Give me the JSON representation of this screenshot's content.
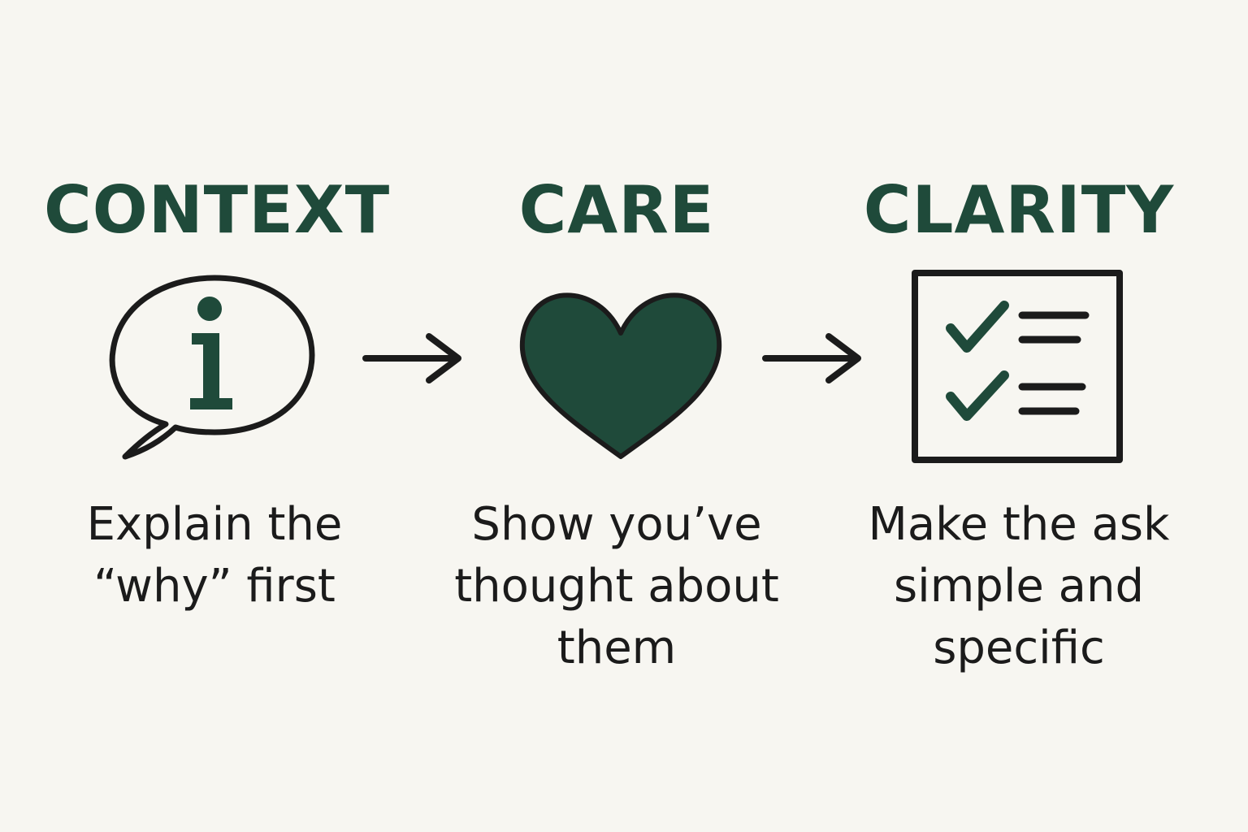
{
  "colors": {
    "background": "#f7f6f1",
    "accent": "#1f4a3a",
    "ink": "#1b1b1b"
  },
  "steps": [
    {
      "title": "CONTEXT",
      "icon": "info-speech-bubble-icon",
      "description": "Explain the\n“why” first"
    },
    {
      "title": "CARE",
      "icon": "heart-icon",
      "description": "Show you’ve\nthought about\nthem"
    },
    {
      "title": "CLARITY",
      "icon": "checklist-icon",
      "description": "Make the ask\nsimple and\nspecific"
    }
  ],
  "connectors": [
    "arrow-right-icon",
    "arrow-right-icon"
  ]
}
